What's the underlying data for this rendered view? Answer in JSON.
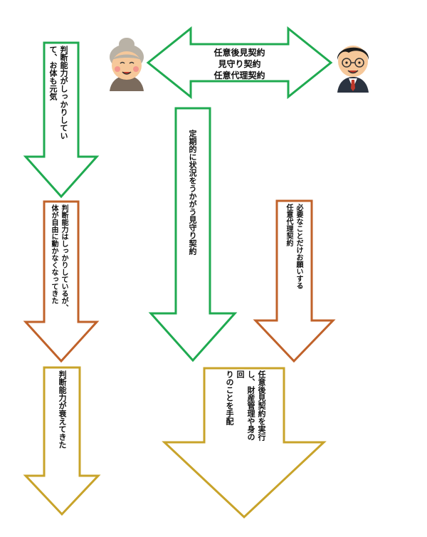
{
  "colors": {
    "green": "#1faa50",
    "orange": "#c0622a",
    "gold": "#c8a32a",
    "skin": "#f6c89a",
    "cheek": "#f28a8a",
    "elder_hair": "#b9b2a6",
    "elder_shirt": "#7b6b5d",
    "man_hair": "#1c1c1c",
    "man_suit": "#2b3340",
    "tie": "#c0392b"
  },
  "figures": {
    "elder": "elderly-person-icon",
    "agent": "man-with-glasses-icon"
  },
  "contract": {
    "lines": "任意後見契約\n見守り契約\n任意代理契約"
  },
  "left_column": {
    "step1": "判断能力がしっかりしてい\nて、お体も元気",
    "step2": "判断能力はしっかりしているが、\n体が自由に動かなくなってきた",
    "step3": "判断能力が衰えてきた"
  },
  "center_column": {
    "monitoring": "定期的に状況をうかがう見守り契約",
    "guardianship": "任意後見契約を実行\nし、財産管理や身の回\nりのことを手配"
  },
  "right_column": {
    "proxy": "必要なことだけお願いする\n任意代理契約"
  }
}
